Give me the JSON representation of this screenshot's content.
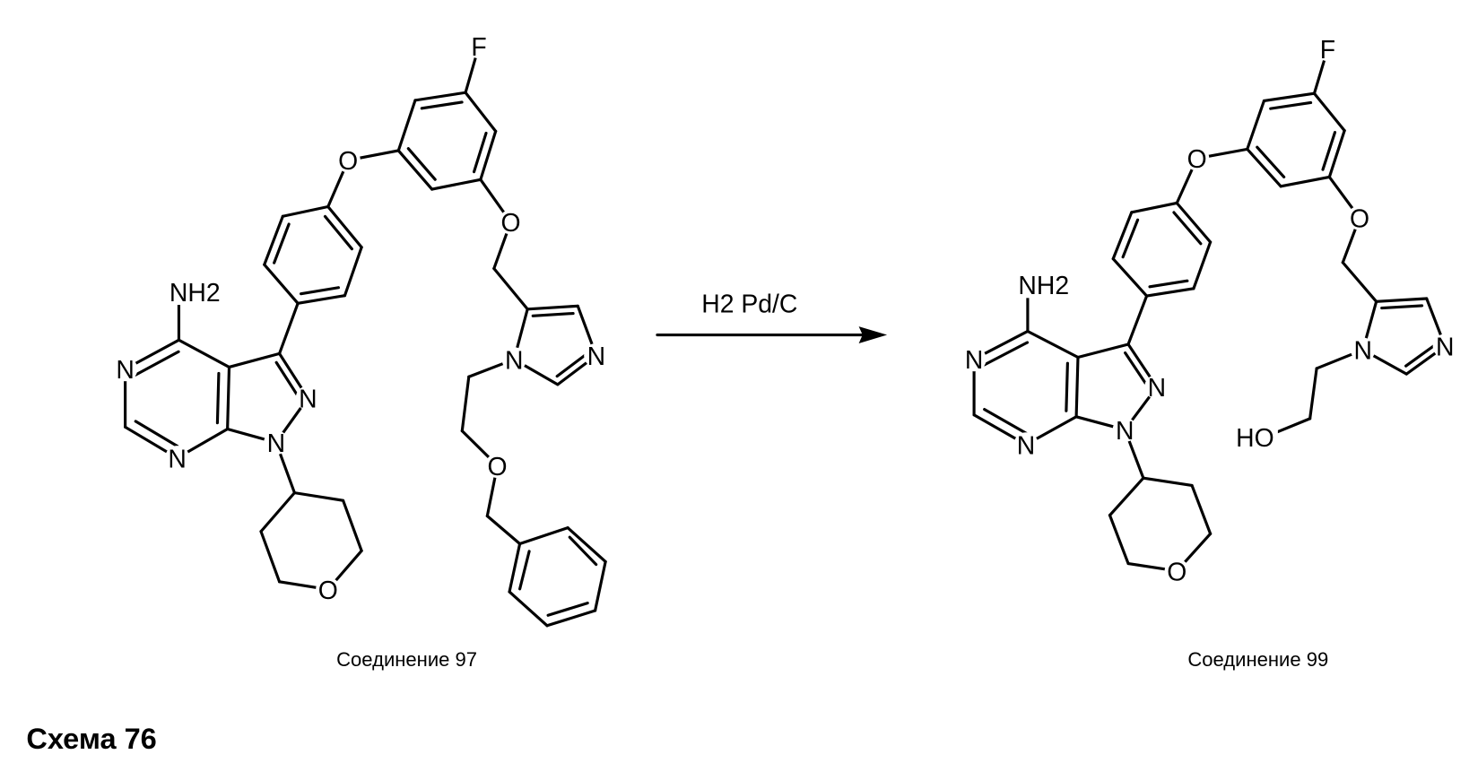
{
  "compound_97": {
    "caption": "Соединение 97",
    "atom_labels": [
      "F",
      "O",
      "N",
      "N",
      "NH2",
      "N",
      "N",
      "O",
      "O",
      "N",
      "N",
      "O"
    ]
  },
  "compound_99": {
    "caption": "Соединение 99",
    "atom_labels": [
      "F",
      "O",
      "N",
      "N",
      "NH2",
      "N",
      "N",
      "O",
      "O",
      "N",
      "N",
      "HO"
    ]
  },
  "reaction": {
    "reagent": "H2 Pd/C",
    "arrow_icon": "reaction-arrow-icon"
  },
  "scheme_title": "Схема 76",
  "colors": {
    "ink": "#000000",
    "background": "#ffffff"
  }
}
